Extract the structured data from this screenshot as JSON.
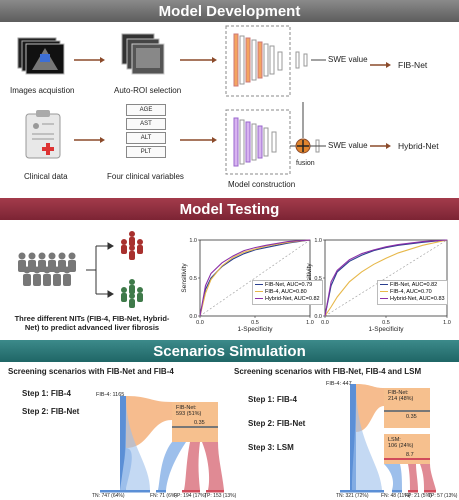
{
  "sections": {
    "development": "Model Development",
    "testing": "Model Testing",
    "simulation": "Scenarios Simulation"
  },
  "dev": {
    "images_acquisition": "Images acquistion",
    "auto_roi": "Auto-ROI selection",
    "swe_value_1": "SWE value",
    "fib_net": "FIB-Net",
    "clinical_data": "Clinical data",
    "four_vars": "Four clinical variables",
    "model_construction": "Model construction",
    "fusion": "fusion",
    "swe_value_2": "SWE value",
    "hybrid_net": "Hybrid-Net",
    "variables": [
      "AGE",
      "AST",
      "ALT",
      "PLT"
    ]
  },
  "testing": {
    "nits_text": "Three different NITs (FIB-4, FIB-Net, Hybrid-Net) to predict advanced liver fibrosis",
    "charts": [
      {
        "legend": [
          "FIB-Net, AUC=0.79",
          "FIB-4, AUC=0.80",
          "Hybrid-Net, AUC=0.82"
        ],
        "colors": [
          "#2a3f8f",
          "#e7b84a",
          "#8b2fa8"
        ]
      },
      {
        "legend": [
          "FIB-Net, AUC=0.82",
          "FIB-4, AUC=0.70",
          "Hybrid-Net, AUC=0.83"
        ],
        "colors": [
          "#2a3f8f",
          "#e7b84a",
          "#8b2fa8"
        ]
      }
    ]
  },
  "chart_data": [
    {
      "type": "line",
      "xlabel": "1-Specificity",
      "ylabel": "Sensitivity",
      "xlim": [
        0,
        1
      ],
      "ylim": [
        0,
        1
      ],
      "x_ticks": [
        "0.0",
        "0.5",
        "1.0"
      ],
      "y_ticks": [
        "0.0",
        "0.5",
        "1.0"
      ],
      "series": [
        {
          "name": "FIB-Net, AUC=0.79",
          "x": [
            0,
            0.05,
            0.1,
            0.2,
            0.3,
            0.4,
            0.5,
            0.6,
            0.8,
            1
          ],
          "y": [
            0,
            0.35,
            0.5,
            0.65,
            0.75,
            0.82,
            0.87,
            0.9,
            0.96,
            1
          ]
        },
        {
          "name": "FIB-4, AUC=0.80",
          "x": [
            0,
            0.05,
            0.1,
            0.2,
            0.3,
            0.4,
            0.5,
            0.6,
            0.8,
            1
          ],
          "y": [
            0,
            0.3,
            0.48,
            0.66,
            0.77,
            0.84,
            0.88,
            0.92,
            0.97,
            1
          ]
        },
        {
          "name": "Hybrid-Net, AUC=0.82",
          "x": [
            0,
            0.05,
            0.1,
            0.2,
            0.3,
            0.4,
            0.5,
            0.6,
            0.8,
            1
          ],
          "y": [
            0,
            0.4,
            0.56,
            0.7,
            0.79,
            0.86,
            0.9,
            0.93,
            0.98,
            1
          ]
        }
      ]
    },
    {
      "type": "line",
      "xlabel": "1-Specificity",
      "ylabel": "Sensitivity",
      "xlim": [
        0,
        1
      ],
      "ylim": [
        0,
        1
      ],
      "x_ticks": [
        "0.0",
        "0.5",
        "1.0"
      ],
      "y_ticks": [
        "0.0",
        "0.5",
        "1.0"
      ],
      "series": [
        {
          "name": "FIB-Net, AUC=0.82",
          "x": [
            0,
            0.05,
            0.1,
            0.2,
            0.3,
            0.4,
            0.5,
            0.6,
            0.8,
            1
          ],
          "y": [
            0,
            0.4,
            0.58,
            0.72,
            0.8,
            0.86,
            0.9,
            0.93,
            0.97,
            1
          ]
        },
        {
          "name": "FIB-4, AUC=0.70",
          "x": [
            0,
            0.05,
            0.1,
            0.2,
            0.3,
            0.4,
            0.5,
            0.6,
            0.8,
            1
          ],
          "y": [
            0,
            0.12,
            0.25,
            0.45,
            0.58,
            0.68,
            0.76,
            0.83,
            0.93,
            1
          ]
        },
        {
          "name": "Hybrid-Net, AUC=0.83",
          "x": [
            0,
            0.05,
            0.1,
            0.2,
            0.3,
            0.4,
            0.5,
            0.6,
            0.8,
            1
          ],
          "y": [
            0,
            0.45,
            0.6,
            0.74,
            0.82,
            0.87,
            0.91,
            0.94,
            0.98,
            1
          ]
        }
      ]
    }
  ],
  "simulation": {
    "left": {
      "title": "Screening scenarios with FIB-Net and FIB-4",
      "steps": [
        "Step 1: FIB-4",
        "Step 2: FIB-Net"
      ],
      "top_label": "FIB-4: 1165",
      "fibnet_box": "FIB-Net:\n593 (51%)",
      "threshold": "0.35",
      "bottom": [
        {
          "name": "TN:",
          "value": "747 (64%)",
          "color": "#5b8fd6"
        },
        {
          "name": "FN:",
          "value": "71 (6%)",
          "color": "#5b8fd6"
        },
        {
          "name": "FP:",
          "value": "194 (17%)",
          "color": "#d14b5b"
        },
        {
          "name": "TP:",
          "value": "153 (13%)",
          "color": "#d14b5b"
        }
      ]
    },
    "right": {
      "title": "Screening scenarios with FIB-Net, FIB-4 and LSM",
      "steps": [
        "Step 1: FIB-4",
        "Step 2: FIB-Net",
        "Step 3: LSM"
      ],
      "top_label": "FIB-4: 447",
      "fibnet_box": "FIB-Net:\n214 (48%)",
      "threshold": "0.35",
      "lsm_box": "LSM:\n106 (24%)",
      "lsm_threshold": "8.7",
      "bottom": [
        {
          "name": "TN:",
          "value": "321 (72%)",
          "color": "#5b8fd6"
        },
        {
          "name": "FN:",
          "value": "48 (11%)",
          "color": "#5b8fd6"
        },
        {
          "name": "FP:",
          "value": "21 (5%)",
          "color": "#d14b5b"
        },
        {
          "name": "TP:",
          "value": "57 (13%)",
          "color": "#d14b5b"
        }
      ]
    }
  }
}
